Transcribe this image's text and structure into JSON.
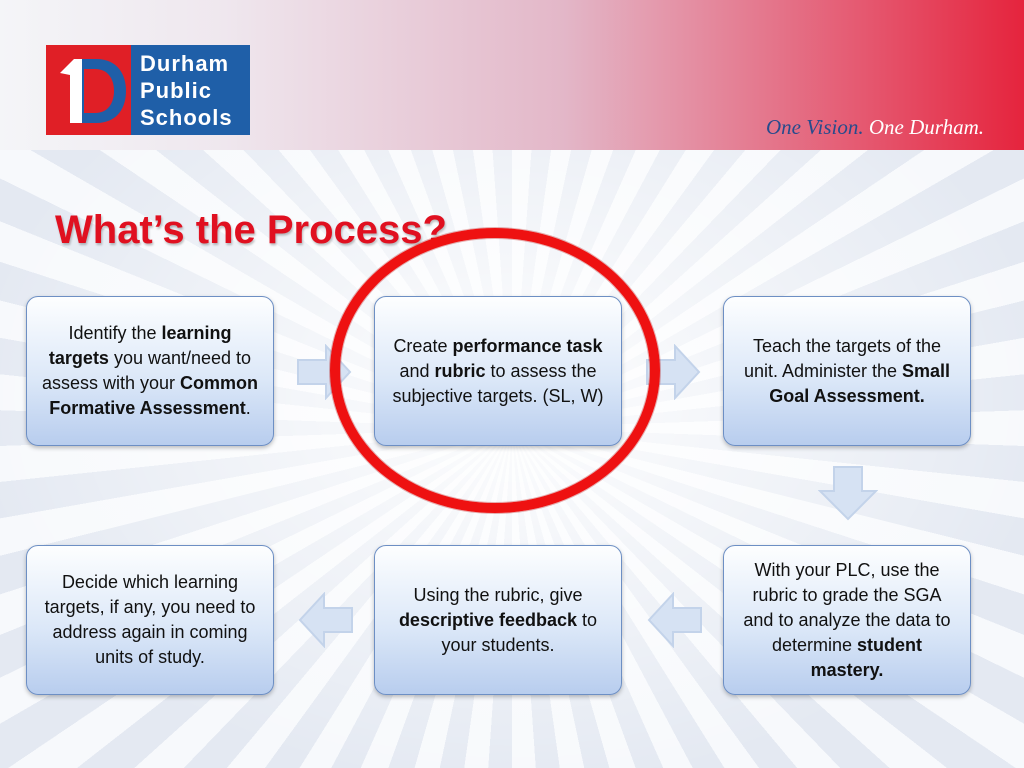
{
  "header": {
    "logo": {
      "line1": "Durham",
      "line2": "Public",
      "line3": "Schools"
    },
    "tagline": {
      "part1": "One Vision.",
      "part2": " One Durham."
    }
  },
  "title": "What’s the Process?",
  "colors": {
    "accent_red": "#e01020",
    "logo_blue": "#1f5fa8",
    "box_border": "#6d8fc4"
  },
  "steps": [
    {
      "pre": "Identify the ",
      "b1": "learning targets",
      "mid": " you want/need to assess with your ",
      "b2": "Common Formative Assessment",
      "post": "."
    },
    {
      "pre": "Create ",
      "b1": "performance task",
      "mid": " and ",
      "b2": "rubric",
      "post": " to assess the subjective targets. (SL, W)"
    },
    {
      "pre": "Teach the targets of the unit.  Administer the ",
      "b1": "Small Goal Assessment.",
      "mid": "",
      "b2": "",
      "post": ""
    },
    {
      "pre": "With your PLC, use the rubric to grade the SGA and to analyze the data to determine ",
      "b1": "student mastery.",
      "mid": "",
      "b2": "",
      "post": ""
    },
    {
      "pre": "Using the rubric, give ",
      "b1": "descriptive feedback",
      "mid": " to your students.",
      "b2": "",
      "post": ""
    },
    {
      "pre": "Decide which learning targets, if any, you need to address again in coming units of study.",
      "b1": "",
      "mid": "",
      "b2": "",
      "post": ""
    }
  ],
  "arrows": [
    "arrow-right",
    "arrow-right",
    "arrow-down",
    "arrow-left",
    "arrow-left"
  ]
}
